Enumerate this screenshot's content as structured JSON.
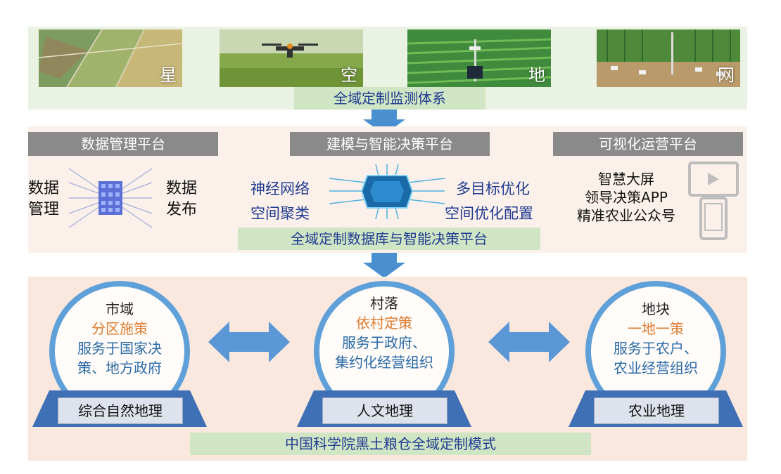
{
  "monitoring": {
    "photo_labels": [
      "星",
      "空",
      "地",
      "网"
    ],
    "title": "全域定制监测体系"
  },
  "platforms": {
    "data_platform": {
      "title": "数据管理平台",
      "left_label": [
        "数据",
        "管理"
      ],
      "right_label": [
        "数据",
        "发布"
      ]
    },
    "modeling_platform": {
      "title": "建模与智能决策平台",
      "items": [
        "神经网络",
        "多目标优化",
        "空间聚类",
        "空间优化配置"
      ]
    },
    "visual_platform": {
      "title": "可视化运营平台",
      "items": [
        "智慧大屏",
        "领导决策APP",
        "精准农业公众号"
      ]
    },
    "banner": "全域定制数据库与智能决策平台"
  },
  "regions": [
    {
      "head": "市域",
      "strategy": "分区施策",
      "service": [
        "服务于国家决",
        "策、地方政府"
      ],
      "base": "综合自然地理"
    },
    {
      "head": "村落",
      "strategy": "依村定策",
      "service": [
        "服务于政府、",
        "集约化经营组织"
      ],
      "base": "人文地理"
    },
    {
      "head": "地块",
      "strategy": "一地一策",
      "service": [
        "服务于农户、",
        "农业经营组织"
      ],
      "base": "农业地理"
    }
  ],
  "model_banner": "中国科学院黑土粮仓全域定制模式",
  "colors": {
    "accent_blue": "#5fa0d8",
    "title_blue": "#1f3a93",
    "orange": "#e07a2c",
    "green_bar": "#cfe5c3",
    "gray_bar": "#8a8a8a"
  }
}
